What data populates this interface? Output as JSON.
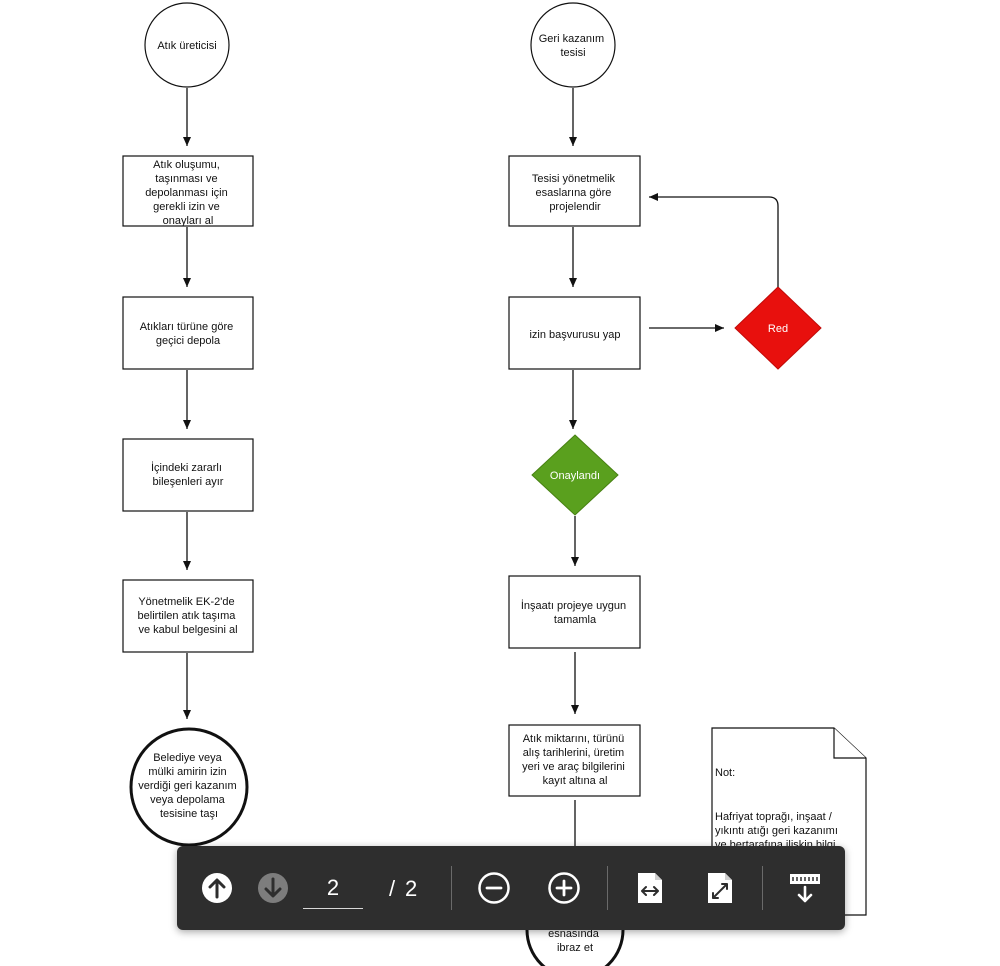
{
  "diagram": {
    "left_column": {
      "start": "Atık üreticisi",
      "steps": [
        [
          "Atık oluşumu,",
          "taşınması ve",
          "depolanması için",
          "gerekli izin ve",
          "onayları al"
        ],
        [
          "Atıkları türüne göre",
          "geçici depola"
        ],
        [
          "İçindeki zararlı",
          "bileşenleri ayır"
        ],
        [
          "Yönetmelik EK-2'de",
          "belirtilen atık taşıma",
          "ve kabul belgesini al"
        ]
      ],
      "end": [
        "Belediye veya",
        "mülki amirin izin",
        "verdiği geri kazanım",
        "veya depolama",
        "tesisine taşı"
      ]
    },
    "right_column": {
      "start": [
        "Geri kazanım",
        "tesisi"
      ],
      "steps": [
        [
          "Tesisi yönetmelik",
          "esaslarına göre",
          "projelendir"
        ],
        [
          "izin başvurusu yap"
        ],
        [
          "İnşaatı projeye uygun",
          "tamamla"
        ],
        [
          "Atık miktarını, türünü",
          "alış tarihlerini, üretim",
          "yeri ve araç bilgilerini",
          "kayıt altına al"
        ]
      ],
      "approved_label": "Onaylandı",
      "rejected_label": "Red",
      "end_partial": [
        "esnasında",
        "ibraz et"
      ]
    },
    "note": {
      "title": "Not:",
      "text": [
        "Hafriyat toprağı, inşaat /",
        "yıkıntı atığı geri kazanımı",
        "ve bertarafına ilişkin bilgi"
      ]
    },
    "colors": {
      "approved_fill": "#5aa01e",
      "rejected_fill": "#e8100d",
      "outline": "#111111"
    }
  },
  "toolbar": {
    "prev_page_icon": "arrow-up-circle-icon",
    "next_page_icon": "arrow-down-circle-icon",
    "current_page": "2",
    "separator": "/",
    "total_pages": "2",
    "zoom_out_icon": "zoom-out-icon",
    "zoom_in_icon": "zoom-in-icon",
    "fit_width_icon": "fit-width-icon",
    "fit_page_icon": "fit-page-icon",
    "download_icon": "download-icon"
  }
}
